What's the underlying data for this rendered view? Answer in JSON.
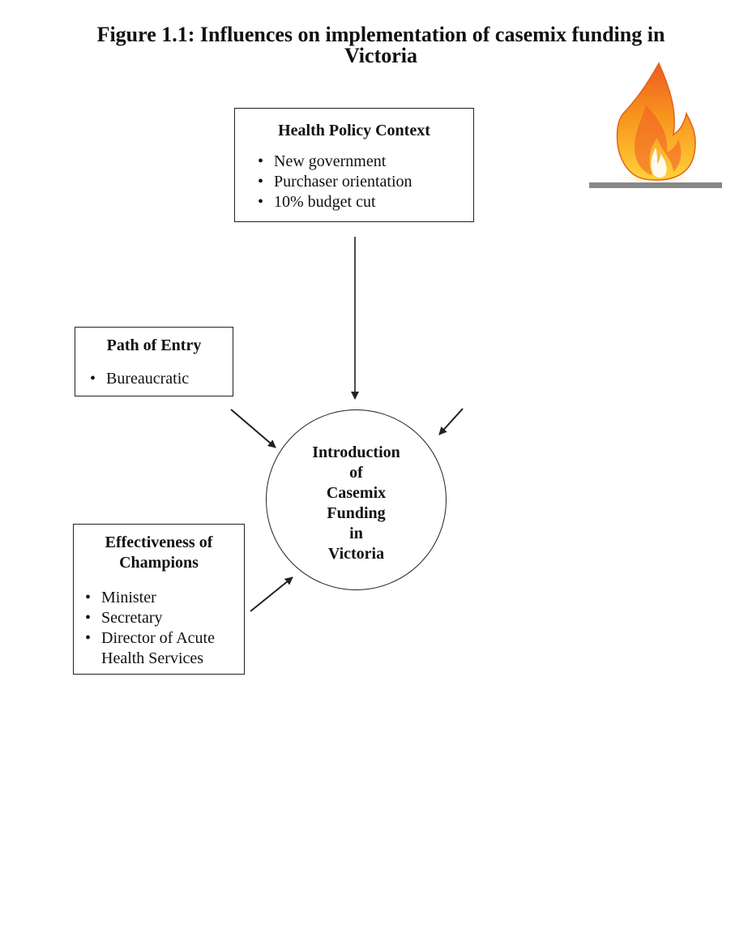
{
  "figure_title_line1": "Figure 1.1: Influences on implementation of casemix funding in",
  "figure_title_line2": "Victoria",
  "policy": {
    "title": "Health Policy Context",
    "items": [
      "New government",
      "Purchaser orientation",
      "10% budget cut"
    ]
  },
  "entry": {
    "title": "Path of Entry",
    "items": [
      "Bureaucratic"
    ]
  },
  "champions": {
    "title_line1": "Effectiveness of",
    "title_line2": "Champions",
    "items": [
      "Minister",
      "Secretary",
      "Director of Acute",
      "Health Services"
    ]
  },
  "center": {
    "lines": [
      "Introduction",
      "of",
      "Casemix",
      "Funding",
      "in",
      "Victoria"
    ]
  },
  "colors": {
    "line": "#222222",
    "flame_outer": "#f7941d",
    "flame_inner": "#ffd34d",
    "flame_base": "#888888"
  },
  "icon": "flame-icon"
}
